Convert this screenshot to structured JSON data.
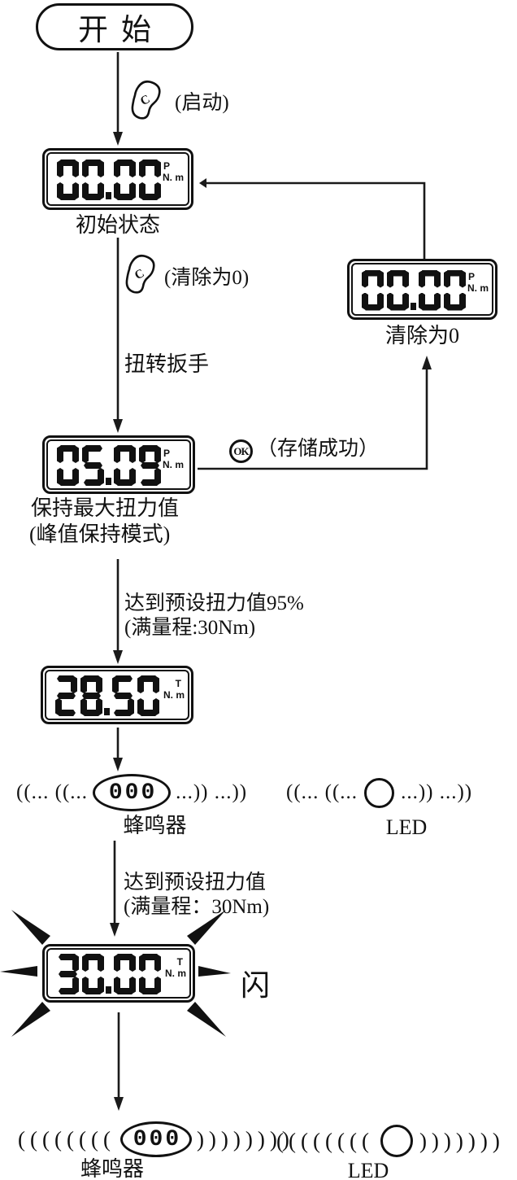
{
  "start": {
    "label": "开始"
  },
  "buttons": {
    "c": "C",
    "ok": "OK"
  },
  "annotations": {
    "start_action": "(启动)",
    "clear_action": "(清除为0)",
    "twist_wrench": "扭转扳手",
    "store_success": "（存储成功）",
    "reach_95_line1": "达到预设扭力值95%",
    "reach_95_line2": "(满量程:30Nm)",
    "reach_preset_line1": "达到预设扭力值",
    "reach_preset_line2": "(满量程：30Nm)",
    "flash": "闪"
  },
  "displays": {
    "initial": {
      "value": "00.00",
      "mode": "P",
      "unit": "N. m",
      "caption": "初始状态"
    },
    "cleared": {
      "value": "00.00",
      "mode": "P",
      "unit": "N. m",
      "caption": "清除为0"
    },
    "peak": {
      "value": "05.09",
      "mode": "P",
      "unit": "N. m",
      "caption_line1": "保持最大扭力值",
      "caption_line2": "(峰值保持模式)"
    },
    "near_target": {
      "value": "28.50",
      "mode": "T",
      "unit": "N. m"
    },
    "target": {
      "value": "30.00",
      "mode": "T",
      "unit": "N. m"
    }
  },
  "alerts": {
    "buzzer_intermittent": {
      "prefix": "((... ((...",
      "core": "000",
      "suffix": "...)) ...))",
      "label": "蜂鸣器"
    },
    "led_intermittent": {
      "prefix": "((... ((...",
      "suffix": "...)) ...))",
      "label": "LED"
    },
    "buzzer_continuous": {
      "prefix": "((((((((",
      "core": "000",
      "suffix": "))))))))",
      "label": "蜂鸣器"
    },
    "led_continuous": {
      "prefix": "((((((((",
      "suffix": ")))))))",
      "label": "LED"
    }
  },
  "colors": {
    "ink": "#111111",
    "background": "#ffffff"
  }
}
